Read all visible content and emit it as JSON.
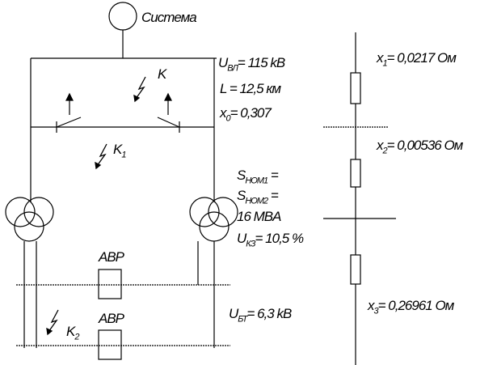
{
  "system_label": "Система",
  "params_line": {
    "u_label": "U",
    "u_sub": "ВЛ",
    "u_value": "= 115 kB",
    "l_text": "L = 12,5 км",
    "x0_label": "x",
    "x0_sub": "0",
    "x0_value": "= 0,307"
  },
  "faults": {
    "k": "K",
    "k1": "K",
    "k1_sub": "1",
    "k2": "K",
    "k2_sub": "2"
  },
  "transformer": {
    "s1_label": "S",
    "s1_sub": "НОМ1",
    "s1_eq": " =",
    "s2_label": "S",
    "s2_sub": "НОМ2",
    "s2_eq": " =",
    "s_value": "16 MBA",
    "uk_label": "U",
    "uk_sub": "КЗ",
    "uk_value": "= 10,5 %"
  },
  "avr_labels": [
    "ABP",
    "ABP"
  ],
  "low_bus": {
    "label": "U",
    "sub": "БТ",
    "value": "= 6,3 kB"
  },
  "equivalent": {
    "x1_label": "x",
    "x1_sub": "1",
    "x1_value": "= 0,0217 Ом",
    "x2_label": "x",
    "x2_sub": "2",
    "x2_value": "= 0,00536 Ом",
    "x3_label": "x",
    "x3_sub": "3",
    "x3_value": "= 0,26961 Ом"
  }
}
